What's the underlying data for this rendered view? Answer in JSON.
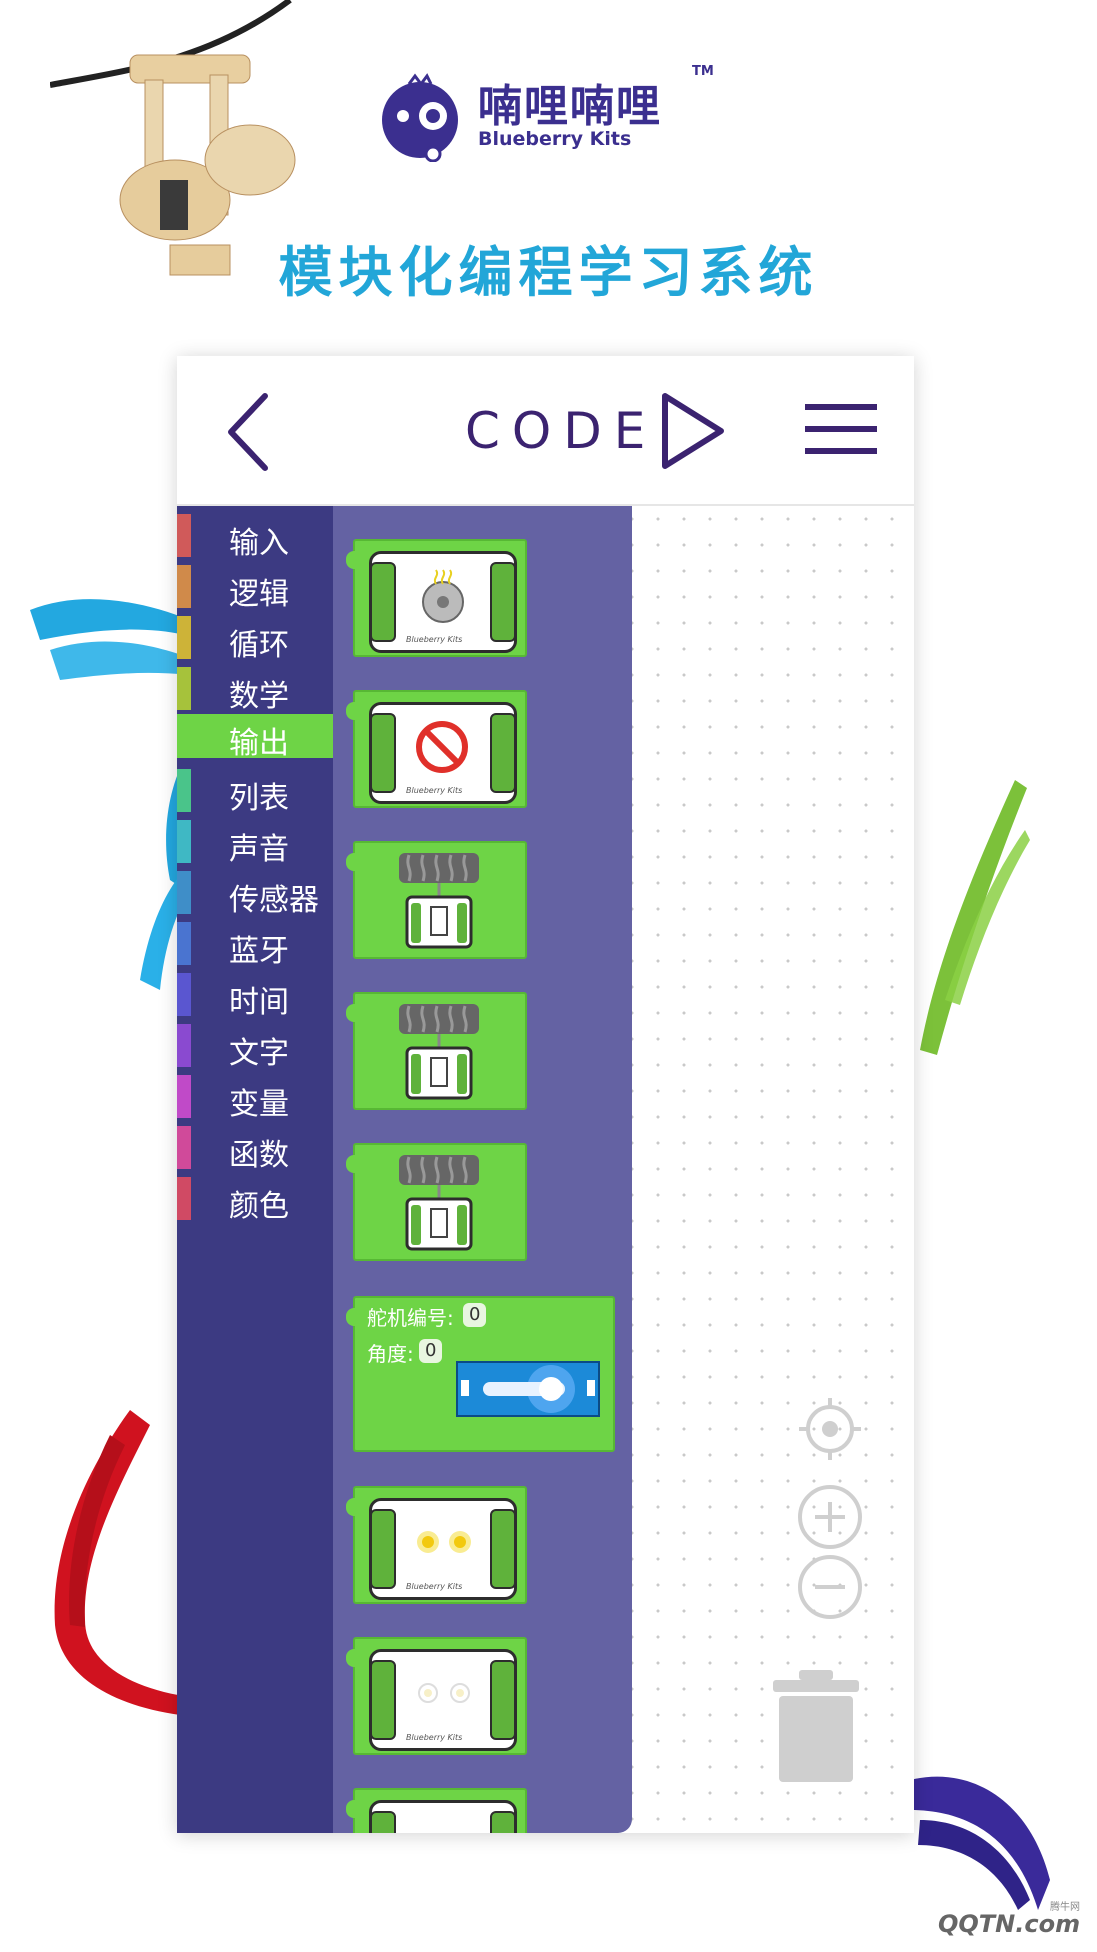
{
  "branding": {
    "logo_cn": "喃哩喃哩",
    "logo_en": "Blueberry Kits",
    "trademark": "TM",
    "slogan": "模块化编程学习系统"
  },
  "topbar": {
    "title": "CODE"
  },
  "toolbox": {
    "categories": [
      {
        "label": "输入",
        "color": "#d05a5a"
      },
      {
        "label": "逻辑",
        "color": "#d08a4a"
      },
      {
        "label": "循环",
        "color": "#cdb338"
      },
      {
        "label": "数学",
        "color": "#a6c23b"
      },
      {
        "label": "输出",
        "color": "#5ec94a"
      },
      {
        "label": "列表",
        "color": "#4ac48a"
      },
      {
        "label": "声音",
        "color": "#3fb8c4"
      },
      {
        "label": "传感器",
        "color": "#3f8ec8"
      },
      {
        "label": "蓝牙",
        "color": "#4a74d0"
      },
      {
        "label": "时间",
        "color": "#5a56d0"
      },
      {
        "label": "文字",
        "color": "#8a4ad0"
      },
      {
        "label": "变量",
        "color": "#c04ac8"
      },
      {
        "label": "函数",
        "color": "#d04a9a"
      },
      {
        "label": "颜色",
        "color": "#d04a64"
      }
    ],
    "selected": "输出",
    "selected_color": "#6ed446"
  },
  "flyout": {
    "blocks": [
      {
        "type": "buzzer-module",
        "brand": "Blueberry Kits"
      },
      {
        "type": "stop-module",
        "brand": "Blueberry Kits"
      },
      {
        "type": "motor-module-1"
      },
      {
        "type": "motor-module-2"
      },
      {
        "type": "motor-module-3"
      },
      {
        "type": "servo-block"
      },
      {
        "type": "led-yellow-module",
        "brand": "Blueberry Kits"
      },
      {
        "type": "led-white-module",
        "brand": "Blueberry Kits"
      },
      {
        "type": "led-module-partial"
      }
    ],
    "servo": {
      "id_label": "舵机编号:",
      "id_value": "0",
      "angle_label": "角度:",
      "angle_value": "0"
    }
  },
  "workspace_controls": {
    "icons": [
      "recenter-icon",
      "zoom-in-icon",
      "zoom-out-icon",
      "trash-icon"
    ]
  },
  "watermark": {
    "text": "QQTN.com",
    "sub": "腾牛网"
  },
  "colors": {
    "accent_purple": "#3b2370",
    "slogan_blue": "#22a6d8",
    "block_green": "#6ed446",
    "toolbox_bg": "#3c3a82",
    "flyout_bg": "#6462a3"
  }
}
